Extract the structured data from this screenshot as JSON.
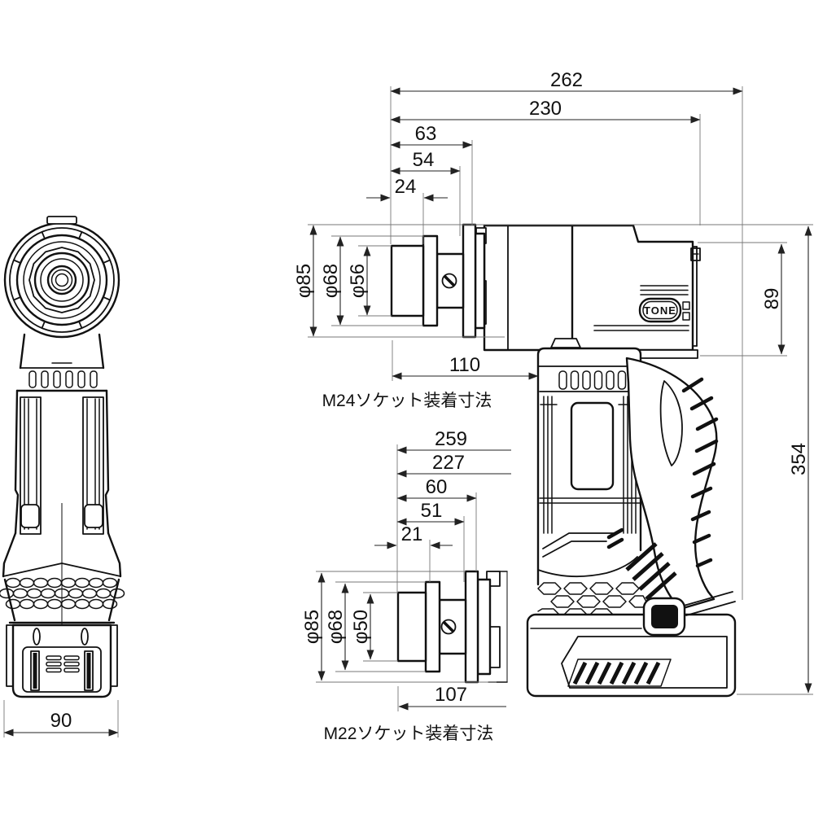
{
  "dims": {
    "d262": "262",
    "d230": "230",
    "d63": "63",
    "d54": "54",
    "d24": "24",
    "m24_dia85": "φ85",
    "m24_dia68": "φ68",
    "m24_dia56": "φ56",
    "m24_len110": "110",
    "h89": "89",
    "h354": "354",
    "d259": "259",
    "d227": "227",
    "d60": "60",
    "d51": "51",
    "d21": "21",
    "m22_dia85": "φ85",
    "m22_dia68": "φ68",
    "m22_dia50": "φ50",
    "m22_len107": "107",
    "w90": "90"
  },
  "captions": {
    "m24": "M24ソケット装着寸法",
    "m22": "M22ソケット装着寸法"
  },
  "brand": {
    "logo": "TONE"
  }
}
